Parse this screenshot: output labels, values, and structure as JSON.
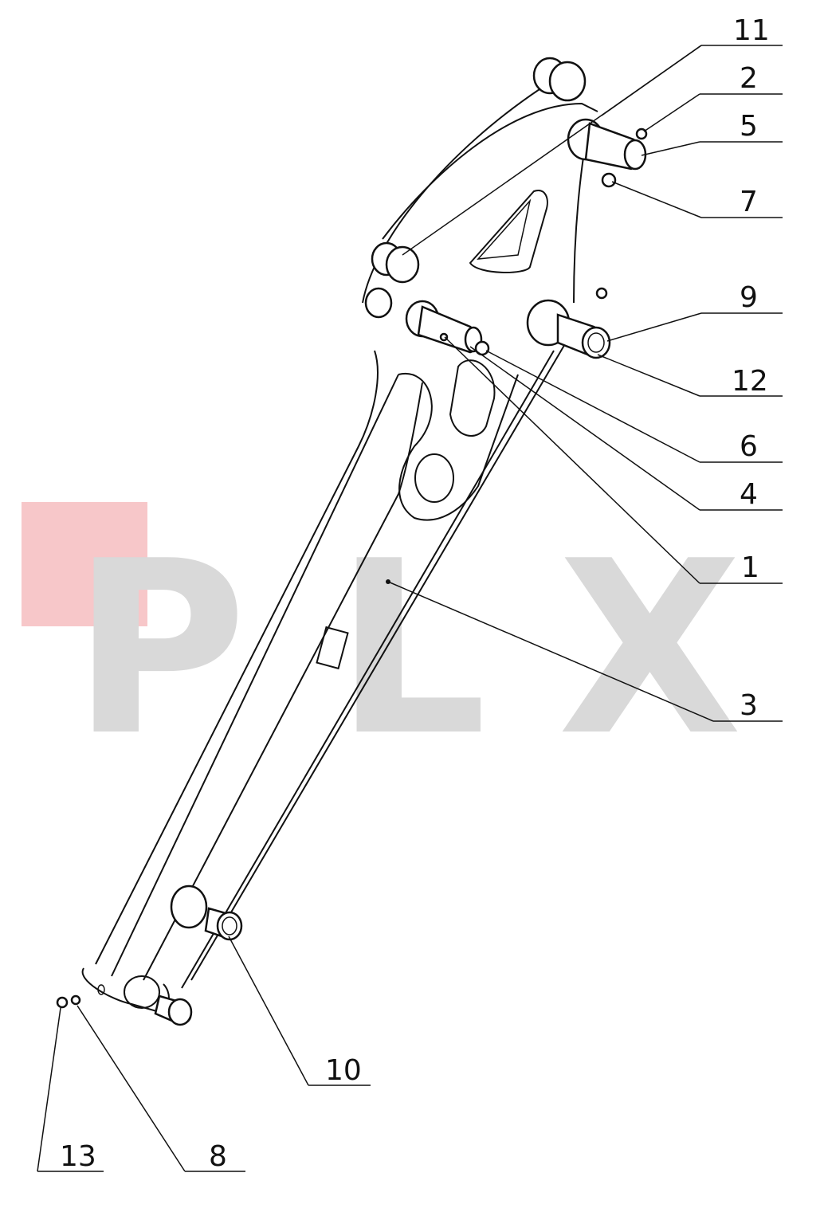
{
  "watermark": {
    "text": "PLX",
    "letters": [
      "P",
      "L",
      "X"
    ],
    "accent_color": "#f7c7c9",
    "letter_color": "#d9d9d9"
  },
  "callouts": {
    "c11": "11",
    "c2": "2",
    "c5": "5",
    "c7": "7",
    "c9": "9",
    "c12": "12",
    "c6": "6",
    "c4": "4",
    "c1": "1",
    "c3": "3",
    "c10": "10",
    "c13": "13",
    "c8": "8"
  }
}
